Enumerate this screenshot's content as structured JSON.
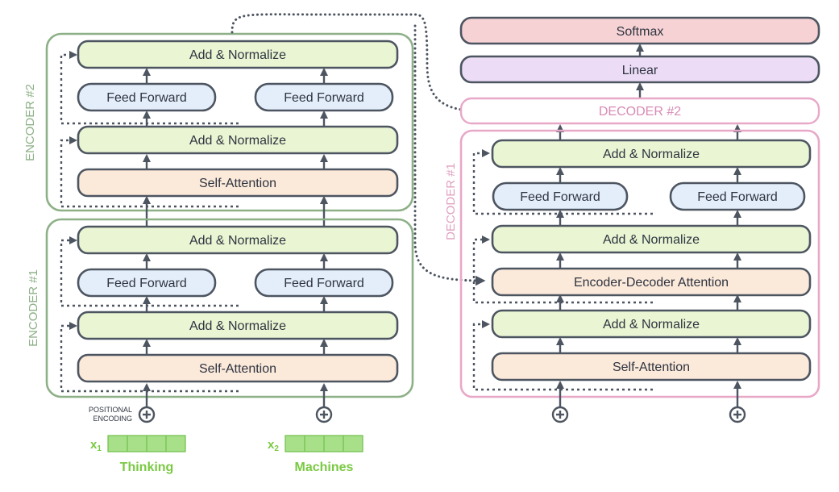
{
  "colors": {
    "encoder_frame": "#8db087",
    "decoder_frame": "#e8a8c8",
    "add_normalize": "#e9f5d3",
    "attention": "#fbe9da",
    "feed_forward": "#e4eefa",
    "softmax": "#f6d2d5",
    "linear": "#ecdcf6",
    "word_color": "#7ac943"
  },
  "encoder2": {
    "label": "ENCODER #2",
    "add_norm_top": "Add & Normalize",
    "ff_left": "Feed Forward",
    "ff_right": "Feed Forward",
    "add_norm_bottom": "Add & Normalize",
    "self_attention": "Self-Attention"
  },
  "encoder1": {
    "label": "ENCODER #1",
    "add_norm_top": "Add & Normalize",
    "ff_left": "Feed Forward",
    "ff_right": "Feed Forward",
    "add_norm_bottom": "Add & Normalize",
    "self_attention": "Self-Attention"
  },
  "positional": {
    "line1": "POSITIONAL",
    "line2": "ENCODING"
  },
  "inputs": [
    {
      "var": "x",
      "sub": "1",
      "word": "Thinking"
    },
    {
      "var": "x",
      "sub": "2",
      "word": "Machines"
    }
  ],
  "decoder_top": {
    "softmax": "Softmax",
    "linear": "Linear",
    "decoder2": "DECODER #2"
  },
  "decoder1": {
    "label": "DECODER #1",
    "add_norm_top": "Add & Normalize",
    "ff_left": "Feed Forward",
    "ff_right": "Feed Forward",
    "add_norm_mid": "Add & Normalize",
    "enc_dec_attention": "Encoder-Decoder Attention",
    "add_norm_bottom": "Add & Normalize",
    "self_attention": "Self-Attention"
  }
}
